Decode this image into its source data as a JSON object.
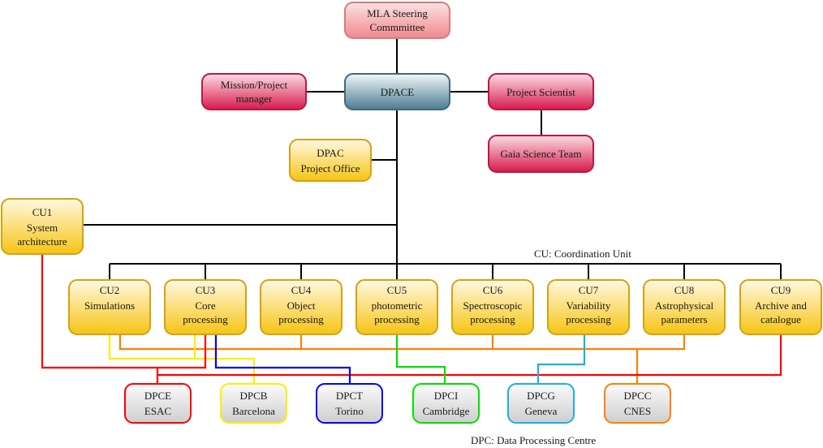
{
  "title": "Gaia DPAC organisation chart",
  "governance": {
    "steering": [
      "MLA Steering",
      "Commmittee"
    ],
    "dpace": "DPACE",
    "manager": [
      "Mission/Project",
      "manager"
    ],
    "scientist": "Project Scientist",
    "science_team": "Gaia Science Team",
    "project_office": [
      "DPAC",
      "Project Office"
    ]
  },
  "cu_legend": "CU: Coordination Unit",
  "dpc_legend": "DPC: Data Processing Centre",
  "cus": [
    {
      "id": "CU1",
      "line1": "System",
      "line2": "architecture"
    },
    {
      "id": "CU2",
      "line1": "Simulations",
      "line2": ""
    },
    {
      "id": "CU3",
      "line1": "Core",
      "line2": "processing"
    },
    {
      "id": "CU4",
      "line1": "Object",
      "line2": "processing"
    },
    {
      "id": "CU5",
      "line1": "photometric",
      "line2": "processing"
    },
    {
      "id": "CU6",
      "line1": "Spectroscopic",
      "line2": "processing"
    },
    {
      "id": "CU7",
      "line1": "Variability",
      "line2": "processing"
    },
    {
      "id": "CU8",
      "line1": "Astrophysical",
      "line2": "parameters"
    },
    {
      "id": "CU9",
      "line1": "Archive and",
      "line2": "catalogue"
    }
  ],
  "dpcs": [
    {
      "id": "DPCE",
      "site": "ESAC",
      "color": "#ff0000"
    },
    {
      "id": "DPCB",
      "site": "Barcelona",
      "color": "#ffee00"
    },
    {
      "id": "DPCT",
      "site": "Torino",
      "color": "#0000ff"
    },
    {
      "id": "DPCI",
      "site": "Cambridge",
      "color": "#00e000"
    },
    {
      "id": "DPCG",
      "site": "Geneva",
      "color": "#1ab0e8"
    },
    {
      "id": "DPCC",
      "site": "CNES",
      "color": "#ff8000"
    }
  ]
}
